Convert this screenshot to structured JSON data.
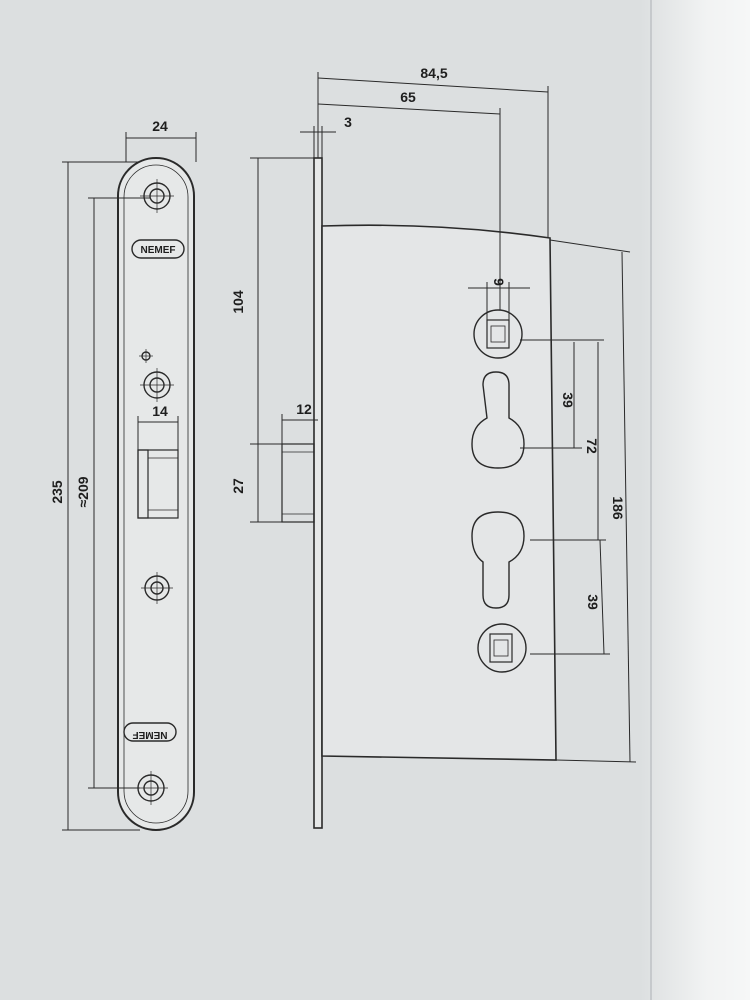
{
  "brand": "NEMEF",
  "colors": {
    "paper": "#dcdfe0",
    "line": "#2a2a2a",
    "plate": "#e6e8e8"
  },
  "dimensions": {
    "plate_width": "24",
    "plate_length": "235",
    "screw_spacing": "≈209",
    "latch_width": "14",
    "total_depth": "84,5",
    "backset": "65",
    "plate_thickness": "3",
    "latch_offset": "104",
    "latch_projection": "12",
    "latch_height": "27",
    "spindle_size": "9",
    "upper_spacing": "39",
    "center_distance": "72",
    "case_height": "186",
    "lower_spacing": "39"
  }
}
